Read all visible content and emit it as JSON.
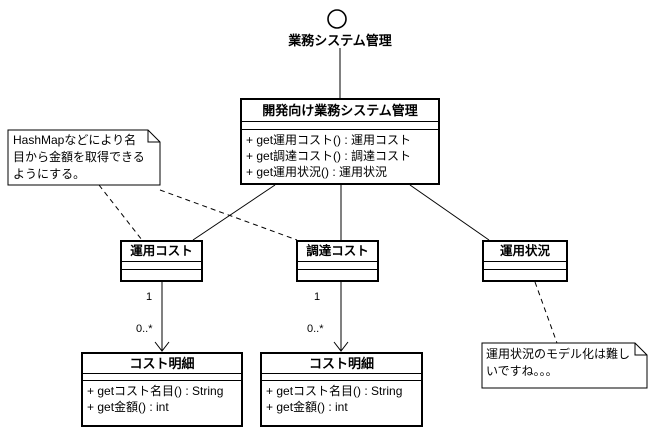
{
  "diagram": {
    "background_color": "#ffffff",
    "stroke_color": "#000000",
    "interface": {
      "label": "業務システム管理"
    },
    "main_class": {
      "title": "開発向け業務システム管理",
      "methods": [
        "+ get運用コスト() : 運用コスト",
        "+ get調達コスト() : 調達コスト",
        "+ get運用状況() : 運用状況"
      ]
    },
    "unyou_cost_class": {
      "title": "運用コスト"
    },
    "choutatsu_cost_class": {
      "title": "調達コスト"
    },
    "unyou_joukyou_class": {
      "title": "運用状況"
    },
    "cost_detail_left_class": {
      "title": "コスト明細",
      "methods": [
        "+ getコスト名目() : String",
        "+ get金額() : int"
      ]
    },
    "cost_detail_middle_class": {
      "title": "コスト明細",
      "methods": [
        "+ getコスト名目() : String",
        "+ get金額() : int"
      ]
    },
    "hashmap_note": {
      "lines": [
        "HashMapなどにより名",
        "目から金額を取得できる",
        "ようにする。"
      ]
    },
    "model_note": {
      "lines": [
        "運用状況のモデル化は難し",
        "いですね。。。"
      ]
    },
    "associations": {
      "left": {
        "source_multiplicity": "1",
        "target_multiplicity": "0..*"
      },
      "middle": {
        "source_multiplicity": "1",
        "target_multiplicity": "0..*"
      }
    }
  }
}
